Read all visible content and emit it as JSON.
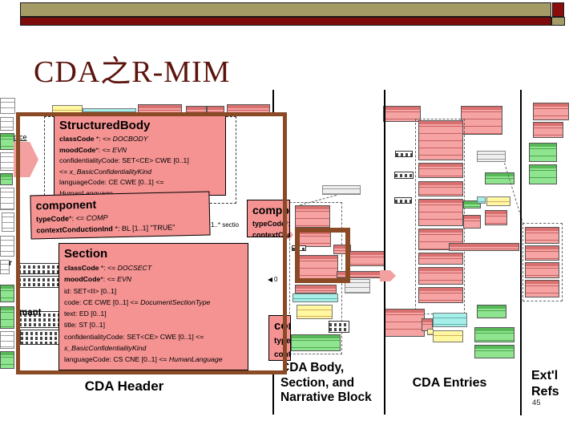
{
  "header": {
    "title": "CDA之R-MIM",
    "page_number": "45"
  },
  "callouts": {
    "structured_body": {
      "title": "StructuredBody",
      "lines": [
        [
          {
            "t": "classCode",
            "b": 1
          },
          {
            "t": " *: <= "
          },
          {
            "t": "DOCBODY",
            "i": 1
          }
        ],
        [
          {
            "t": "moodCode",
            "b": 1
          },
          {
            "t": "*: <= "
          },
          {
            "t": "EVN",
            "i": 1
          }
        ],
        [
          {
            "t": "confidentialityCode: SET<CE> CWE [0..1]"
          }
        ],
        [
          {
            "t": " <= "
          },
          {
            "t": "x_BasicConfidentialityKind",
            "i": 1
          }
        ],
        [
          {
            "t": "languageCode: CE CWE [0..1] <= "
          }
        ],
        [
          {
            "t": "HumanLanguage",
            "i": 1
          }
        ]
      ]
    },
    "component": {
      "title": "component",
      "lines": [
        [
          {
            "t": "typeCode",
            "b": 1
          },
          {
            "t": "*: <= "
          },
          {
            "t": "COMP",
            "i": 1
          }
        ],
        [
          {
            "t": "contextConductionInd",
            "b": 1
          },
          {
            "t": " *: BL [1..1] \"TRUE\""
          }
        ]
      ]
    },
    "section": {
      "title": "Section",
      "lines": [
        [
          {
            "t": "classCode",
            "b": 1
          },
          {
            "t": " *: <= "
          },
          {
            "t": "DOCSECT",
            "i": 1
          }
        ],
        [
          {
            "t": "moodCode",
            "b": 1
          },
          {
            "t": "*: <= "
          },
          {
            "t": "EVN",
            "i": 1
          }
        ],
        [
          {
            "t": "id: SET<II> [0..1]"
          }
        ],
        [
          {
            "t": "code: CE CWE [0..1] <= "
          },
          {
            "t": "DocumentSectionType",
            "i": 1
          }
        ],
        [
          {
            "t": "text: ED [0..1]"
          }
        ],
        [
          {
            "t": "title: ST [0..1]"
          }
        ],
        [
          {
            "t": "confidentialityCode: SET<CE> CWE [0..1] <="
          }
        ],
        [
          {
            "t": "x_BasicConfidentialityKind",
            "i": 1
          }
        ],
        [
          {
            "t": "languageCode: CS CNE [0..1] <= "
          },
          {
            "t": "HumanLanguage",
            "i": 1
          }
        ]
      ]
    }
  },
  "diagram": {
    "fragments": {
      "choice": "oice",
      "section_multiplicity": "1..* sectio",
      "zero_multiplicity": "0",
      "informant": "mant",
      "r": "r"
    },
    "column_labels": {
      "header": "CDA Header",
      "body": [
        "CDA Body,",
        "Section, and",
        "Narrative Block"
      ],
      "entries": "CDA Entries",
      "ext_refs": [
        "Ext'l",
        "Refs"
      ]
    }
  },
  "colors": {
    "top_bar_tan": "#A49B66",
    "top_bar_red": "#7E0B0B",
    "title_text": "#5C140D",
    "callout_fill": "#F49392",
    "diagram_class_fill": "#F5A3A3",
    "highlight_border": "#8B4A26"
  }
}
